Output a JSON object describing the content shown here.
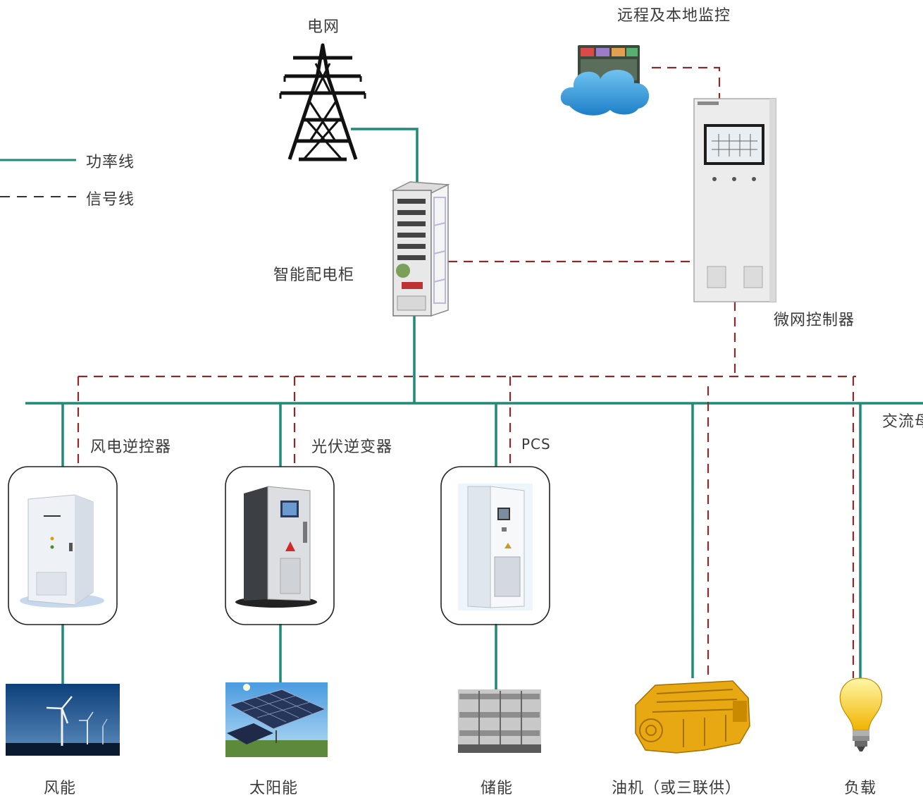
{
  "legend": {
    "power_line": "功率线",
    "signal_line": "信号线"
  },
  "nodes": {
    "grid": "电网",
    "monitor": "远程及本地监控",
    "cabinet": "智能配电柜",
    "controller": "微网控制器",
    "ac_bus": "交流母",
    "wind_controller": "风电逆控器",
    "pv_inverter": "光伏逆变器",
    "pcs": "PCS",
    "wind": "风能",
    "solar": "太阳能",
    "storage": "储能",
    "diesel": "油机（或三联供）",
    "load": "负载"
  },
  "colors": {
    "power_line": "#1e8a78",
    "signal_line": "#8a2a2a",
    "label_text": "#3a3a3a"
  },
  "icons": [
    "transmission-tower-icon",
    "cloud-monitor-icon",
    "cabinet-icon",
    "controller-cabinet-icon",
    "inverter-cabinet-icon",
    "wind-turbine-icon",
    "solar-panel-icon",
    "battery-rack-icon",
    "diesel-engine-icon",
    "light-bulb-icon"
  ]
}
